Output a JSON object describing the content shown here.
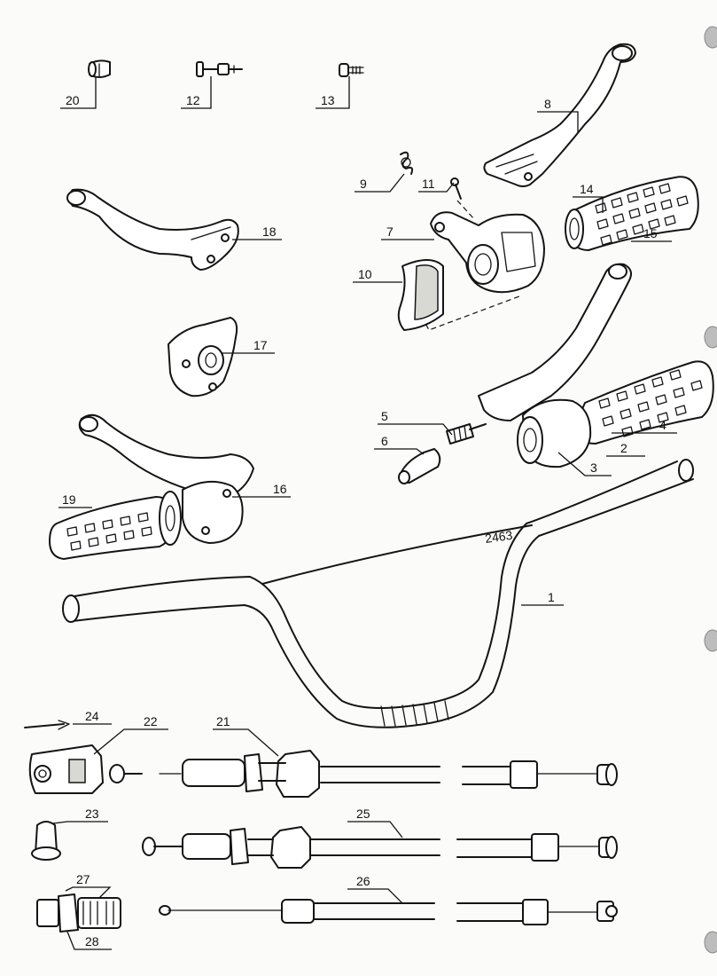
{
  "callouts": [
    {
      "id": "20",
      "text": "20"
    },
    {
      "id": "12",
      "text": "12"
    },
    {
      "id": "13",
      "text": "13"
    },
    {
      "id": "8",
      "text": "8"
    },
    {
      "id": "9",
      "text": "9"
    },
    {
      "id": "11",
      "text": "11"
    },
    {
      "id": "14",
      "text": "14"
    },
    {
      "id": "15",
      "text": "15"
    },
    {
      "id": "18",
      "text": "18"
    },
    {
      "id": "7",
      "text": "7"
    },
    {
      "id": "10",
      "text": "10"
    },
    {
      "id": "17",
      "text": "17"
    },
    {
      "id": "5",
      "text": "5"
    },
    {
      "id": "4",
      "text": "4"
    },
    {
      "id": "6",
      "text": "6"
    },
    {
      "id": "2",
      "text": "2"
    },
    {
      "id": "3",
      "text": "3"
    },
    {
      "id": "16",
      "text": "16"
    },
    {
      "id": "19",
      "text": "19"
    },
    {
      "id": "1",
      "text": "1"
    },
    {
      "id": "24",
      "text": "24"
    },
    {
      "id": "22",
      "text": "22"
    },
    {
      "id": "21",
      "text": "21"
    },
    {
      "id": "23",
      "text": "23"
    },
    {
      "id": "25",
      "text": "25"
    },
    {
      "id": "27",
      "text": "27"
    },
    {
      "id": "26",
      "text": "26"
    },
    {
      "id": "28",
      "text": "28"
    }
  ],
  "sketch_note": "2463"
}
